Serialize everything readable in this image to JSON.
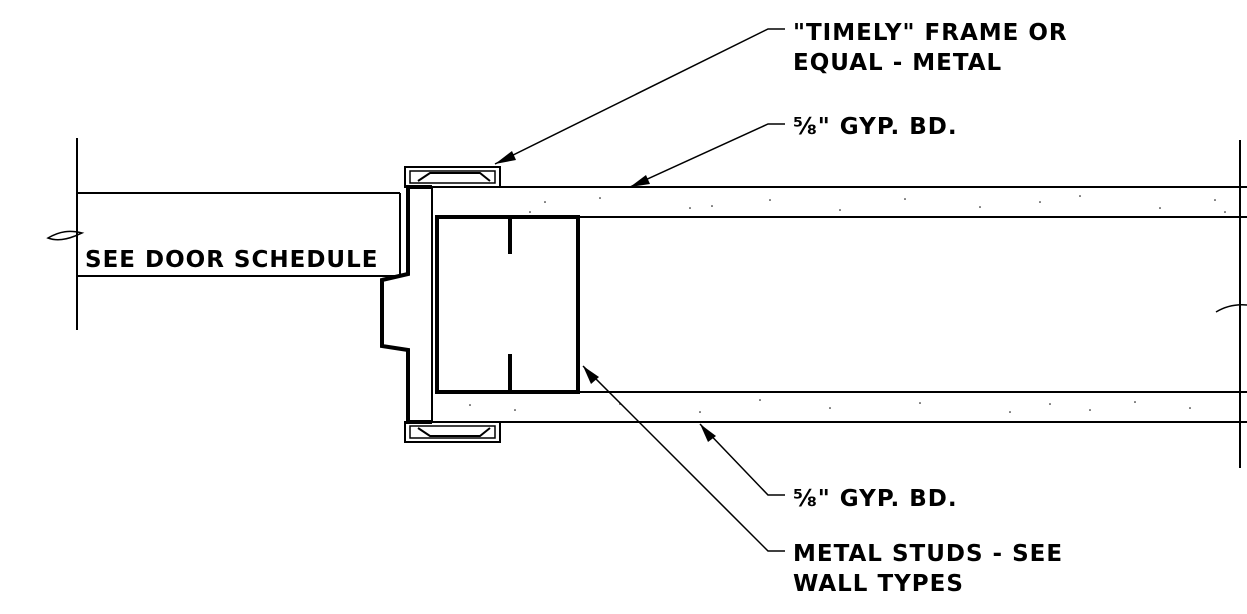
{
  "labels": {
    "frame_line1": "\"TIMELY\" FRAME OR",
    "frame_line2": "EQUAL - METAL",
    "gyp_top": "⅝\" GYP. BD.",
    "door": "SEE DOOR SCHEDULE",
    "gyp_bottom": "⅝\" GYP. BD.",
    "studs_line1": "METAL STUDS - SEE",
    "studs_line2": "WALL TYPES"
  }
}
